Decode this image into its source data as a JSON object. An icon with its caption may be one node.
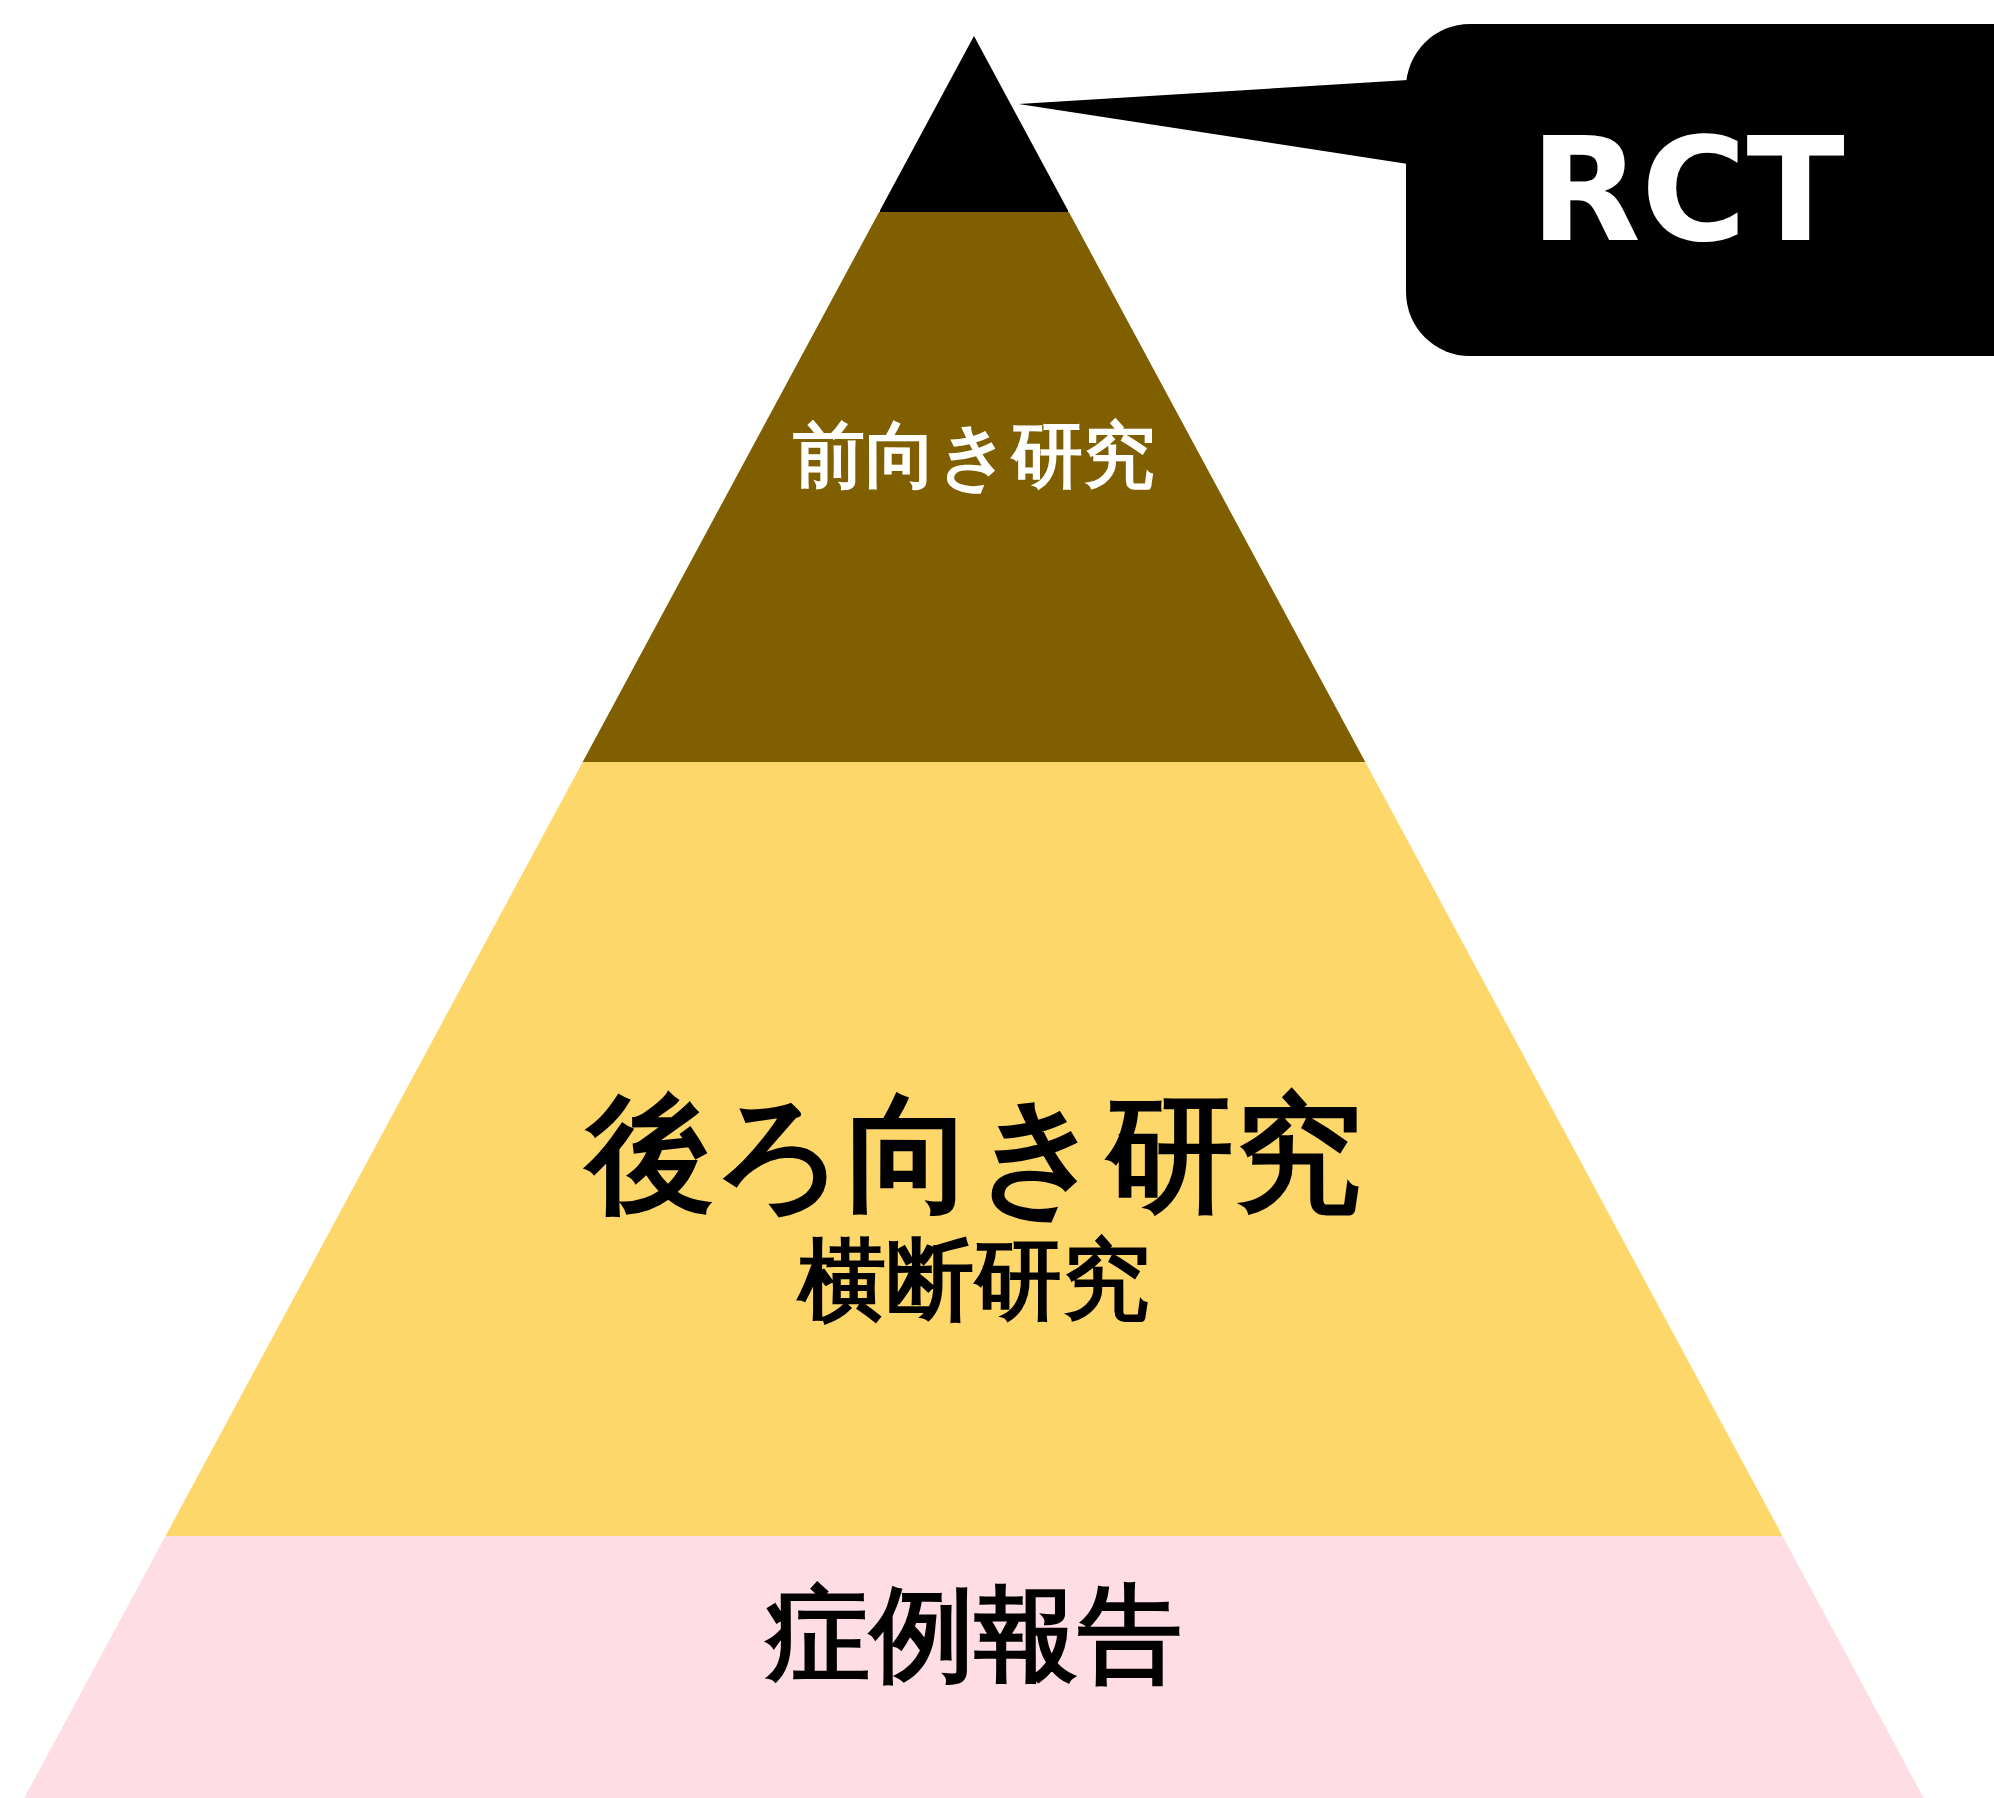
{
  "diagram": {
    "nodes": [
      {
        "text": [],
        "shape": "triangle"
      },
      {
        "text": [
          "RCT"
        ]
      },
      {
        "text": [
          "前向き研究"
        ]
      },
      {
        "text": [
          "後ろ向き研究",
          "横断研究"
        ]
      },
      {
        "text": [
          "症例報告"
        ]
      }
    ],
    "edges": [
      {
        "from": 1,
        "to": 0,
        "arrow": "none"
      }
    ]
  }
}
